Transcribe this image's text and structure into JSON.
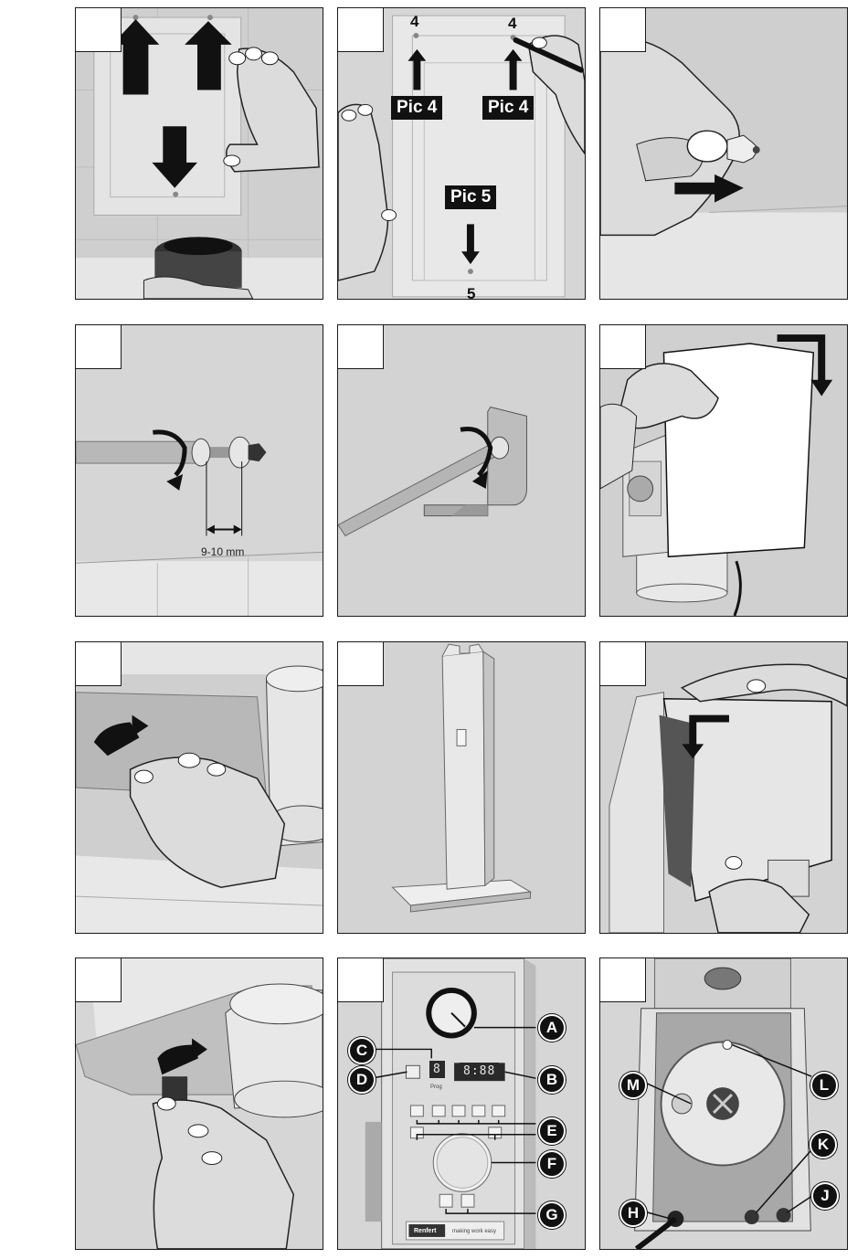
{
  "step_labels": {
    "p2_pic4_left": "Pic 4",
    "p2_pic4_right": "Pic 4",
    "p2_pic5": "Pic 5",
    "p2_num4_left": "4",
    "p2_num4_right": "4",
    "p2_num5": "5"
  },
  "dimension_label": "9-10 mm",
  "control_panel_callouts": [
    "A",
    "B",
    "C",
    "D",
    "E",
    "F",
    "G"
  ],
  "rear_view_callouts": [
    "H",
    "J",
    "K",
    "L",
    "M"
  ],
  "display": {
    "single_digit": "8",
    "triple_digit": "8:88",
    "small_prog": "Prog",
    "brand": "Renfert",
    "slogan": "making work easy"
  }
}
